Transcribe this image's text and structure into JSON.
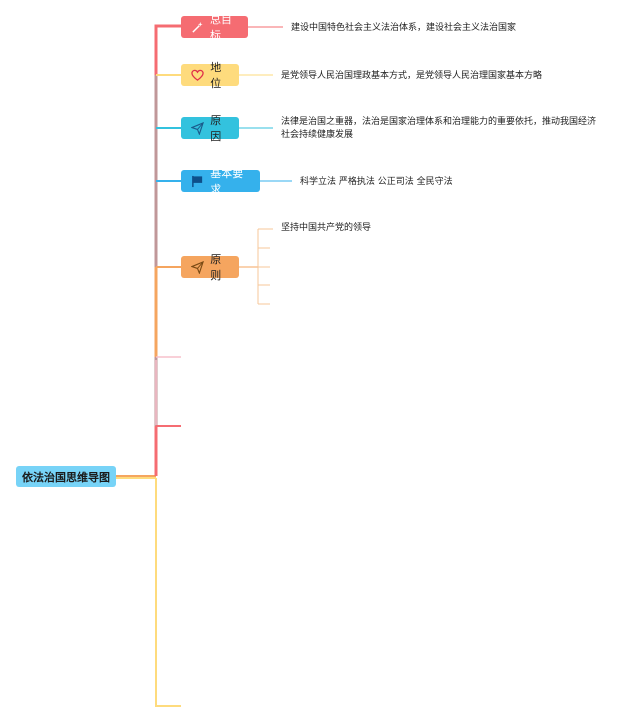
{
  "root": {
    "label": "依法治国思维导图"
  },
  "branches": [
    {
      "label": "总目标",
      "icon": "magic-wand-icon",
      "color": "#f56c72",
      "leaf": "建设中国特色社会主义法治体系，建设社会主义法治国家"
    },
    {
      "label": "地位",
      "icon": "heart-icon",
      "color": "#fedb7d",
      "leaf": "是党领导人民治国理政基本方式，是党领导人民治理国家基本方略"
    },
    {
      "label": "原因",
      "icon": "paper-plane-icon",
      "color": "#33c2de",
      "leaf_lines": [
        "法律是治国之重器，法治是国家治理体系和治理能力的重要依托，推动我国经济",
        "社会持续健康发展"
      ]
    },
    {
      "label": "基本要求",
      "icon": "flag-icon",
      "color": "#35b1ec",
      "leaf": "科学立法 严格执法 公正司法 全民守法"
    },
    {
      "label": "原则",
      "icon": "paper-plane-icon",
      "color": "#f5a55f",
      "leaf": "坚持中国共产党的领导"
    }
  ]
}
